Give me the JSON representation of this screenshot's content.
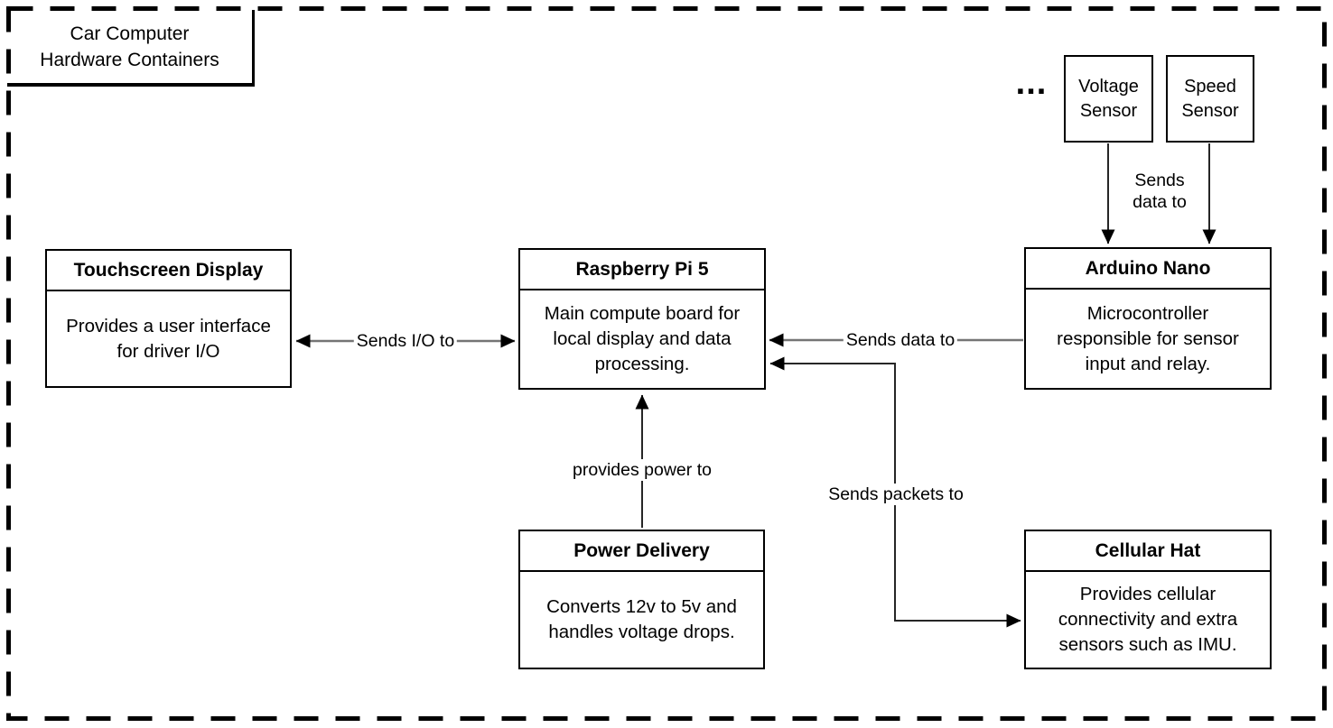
{
  "diagram": {
    "title": "Car Computer Hardware Containers",
    "background_color": "#ffffff",
    "stroke_color": "#000000"
  },
  "nodes": {
    "touchscreen": {
      "title": "Touchscreen Display",
      "description": "Provides a user interface for driver I/O"
    },
    "raspberry_pi": {
      "title": "Raspberry Pi 5",
      "description": "Main compute board for local display and data processing."
    },
    "arduino": {
      "title": "Arduino Nano",
      "description": "Microcontroller responsible for sensor input and relay."
    },
    "power_delivery": {
      "title": "Power Delivery",
      "description": "Converts 12v to 5v and handles voltage drops."
    },
    "cellular_hat": {
      "title": "Cellular Hat",
      "description": "Provides cellular connectivity and extra sensors such as IMU."
    },
    "voltage_sensor": {
      "title": "Voltage Sensor"
    },
    "speed_sensor": {
      "title": "Speed Sensor"
    },
    "more_sensors_ellipsis": "..."
  },
  "edges": {
    "io": {
      "label": "Sends I/O to",
      "from": "Raspberry Pi 5",
      "to": "Touchscreen Display",
      "bidirectional": true
    },
    "arduino_data": {
      "label": "Sends data to",
      "from": "Arduino Nano",
      "to": "Raspberry Pi 5",
      "bidirectional": false
    },
    "packets": {
      "label": "Sends packets to",
      "from": "Cellular Hat",
      "to": "Raspberry Pi 5",
      "bidirectional": true
    },
    "power": {
      "label": "provides power to",
      "from": "Power Delivery",
      "to": "Raspberry Pi 5",
      "bidirectional": false
    },
    "sensor_data": {
      "label": "Sends data to",
      "from": "Voltage Sensor / Speed Sensor",
      "to": "Arduino Nano",
      "bidirectional": false
    }
  }
}
